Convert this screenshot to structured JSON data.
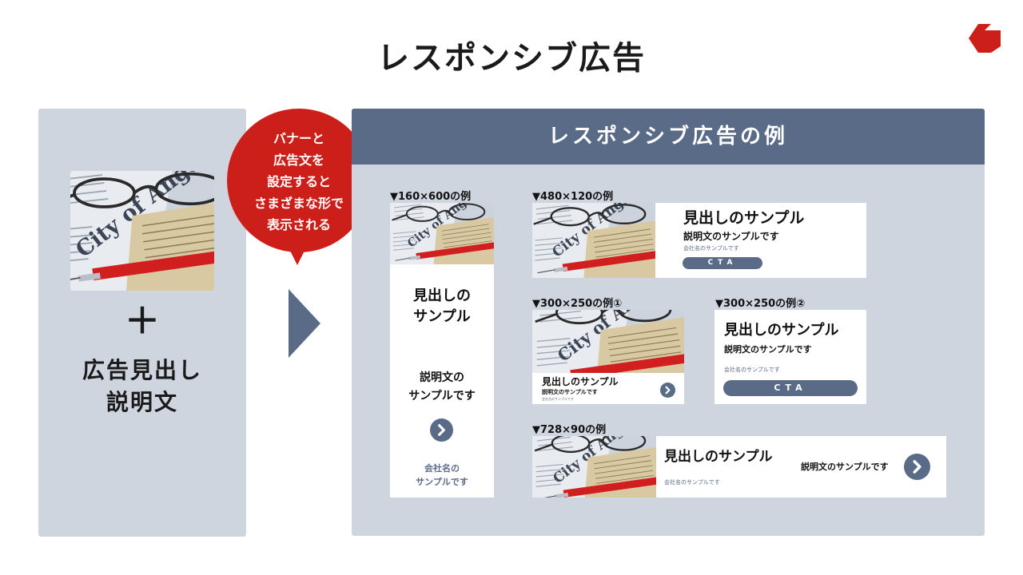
{
  "title": "レスポンシブ広告",
  "left": {
    "plus": "＋",
    "line1": "広告見出し",
    "line2": "説明文"
  },
  "bubble": {
    "line1": "バナーと",
    "line2": "広告文を",
    "line3": "設定すると",
    "line4": "さまざまな形で",
    "line5": "表示される"
  },
  "right": {
    "header": "レスポンシブ広告の例"
  },
  "examples": {
    "tall": {
      "label": "▼160×600の例",
      "headline1": "見出しの",
      "headline2": "サンプル",
      "desc1": "説明文の",
      "desc2": "サンプルです",
      "company1": "会社名の",
      "company2": "サンプルです"
    },
    "wide480": {
      "label": "▼480×120の例",
      "headline": "見出しのサンプル",
      "desc": "説明文のサンプルです",
      "company": "会社名のサンプルです",
      "cta": "CTA"
    },
    "rect1": {
      "label": "▼300×250の例①",
      "headline": "見出しのサンプル",
      "desc": "説明文のサンプルです",
      "company": "会社名のサンプルです"
    },
    "rect2": {
      "label": "▼300×250の例②",
      "headline": "見出しのサンプル",
      "desc": "説明文のサンプルです",
      "company": "会社名のサンプルです",
      "cta": "CTA"
    },
    "leader": {
      "label": "▼728×90の例",
      "headline": "見出しのサンプル",
      "desc": "説明文のサンプルです",
      "company": "会社名のサンプルです"
    }
  },
  "colors": {
    "accent": "#cc1f1a",
    "navy": "#5a6b87",
    "panel": "#cfd5df"
  }
}
